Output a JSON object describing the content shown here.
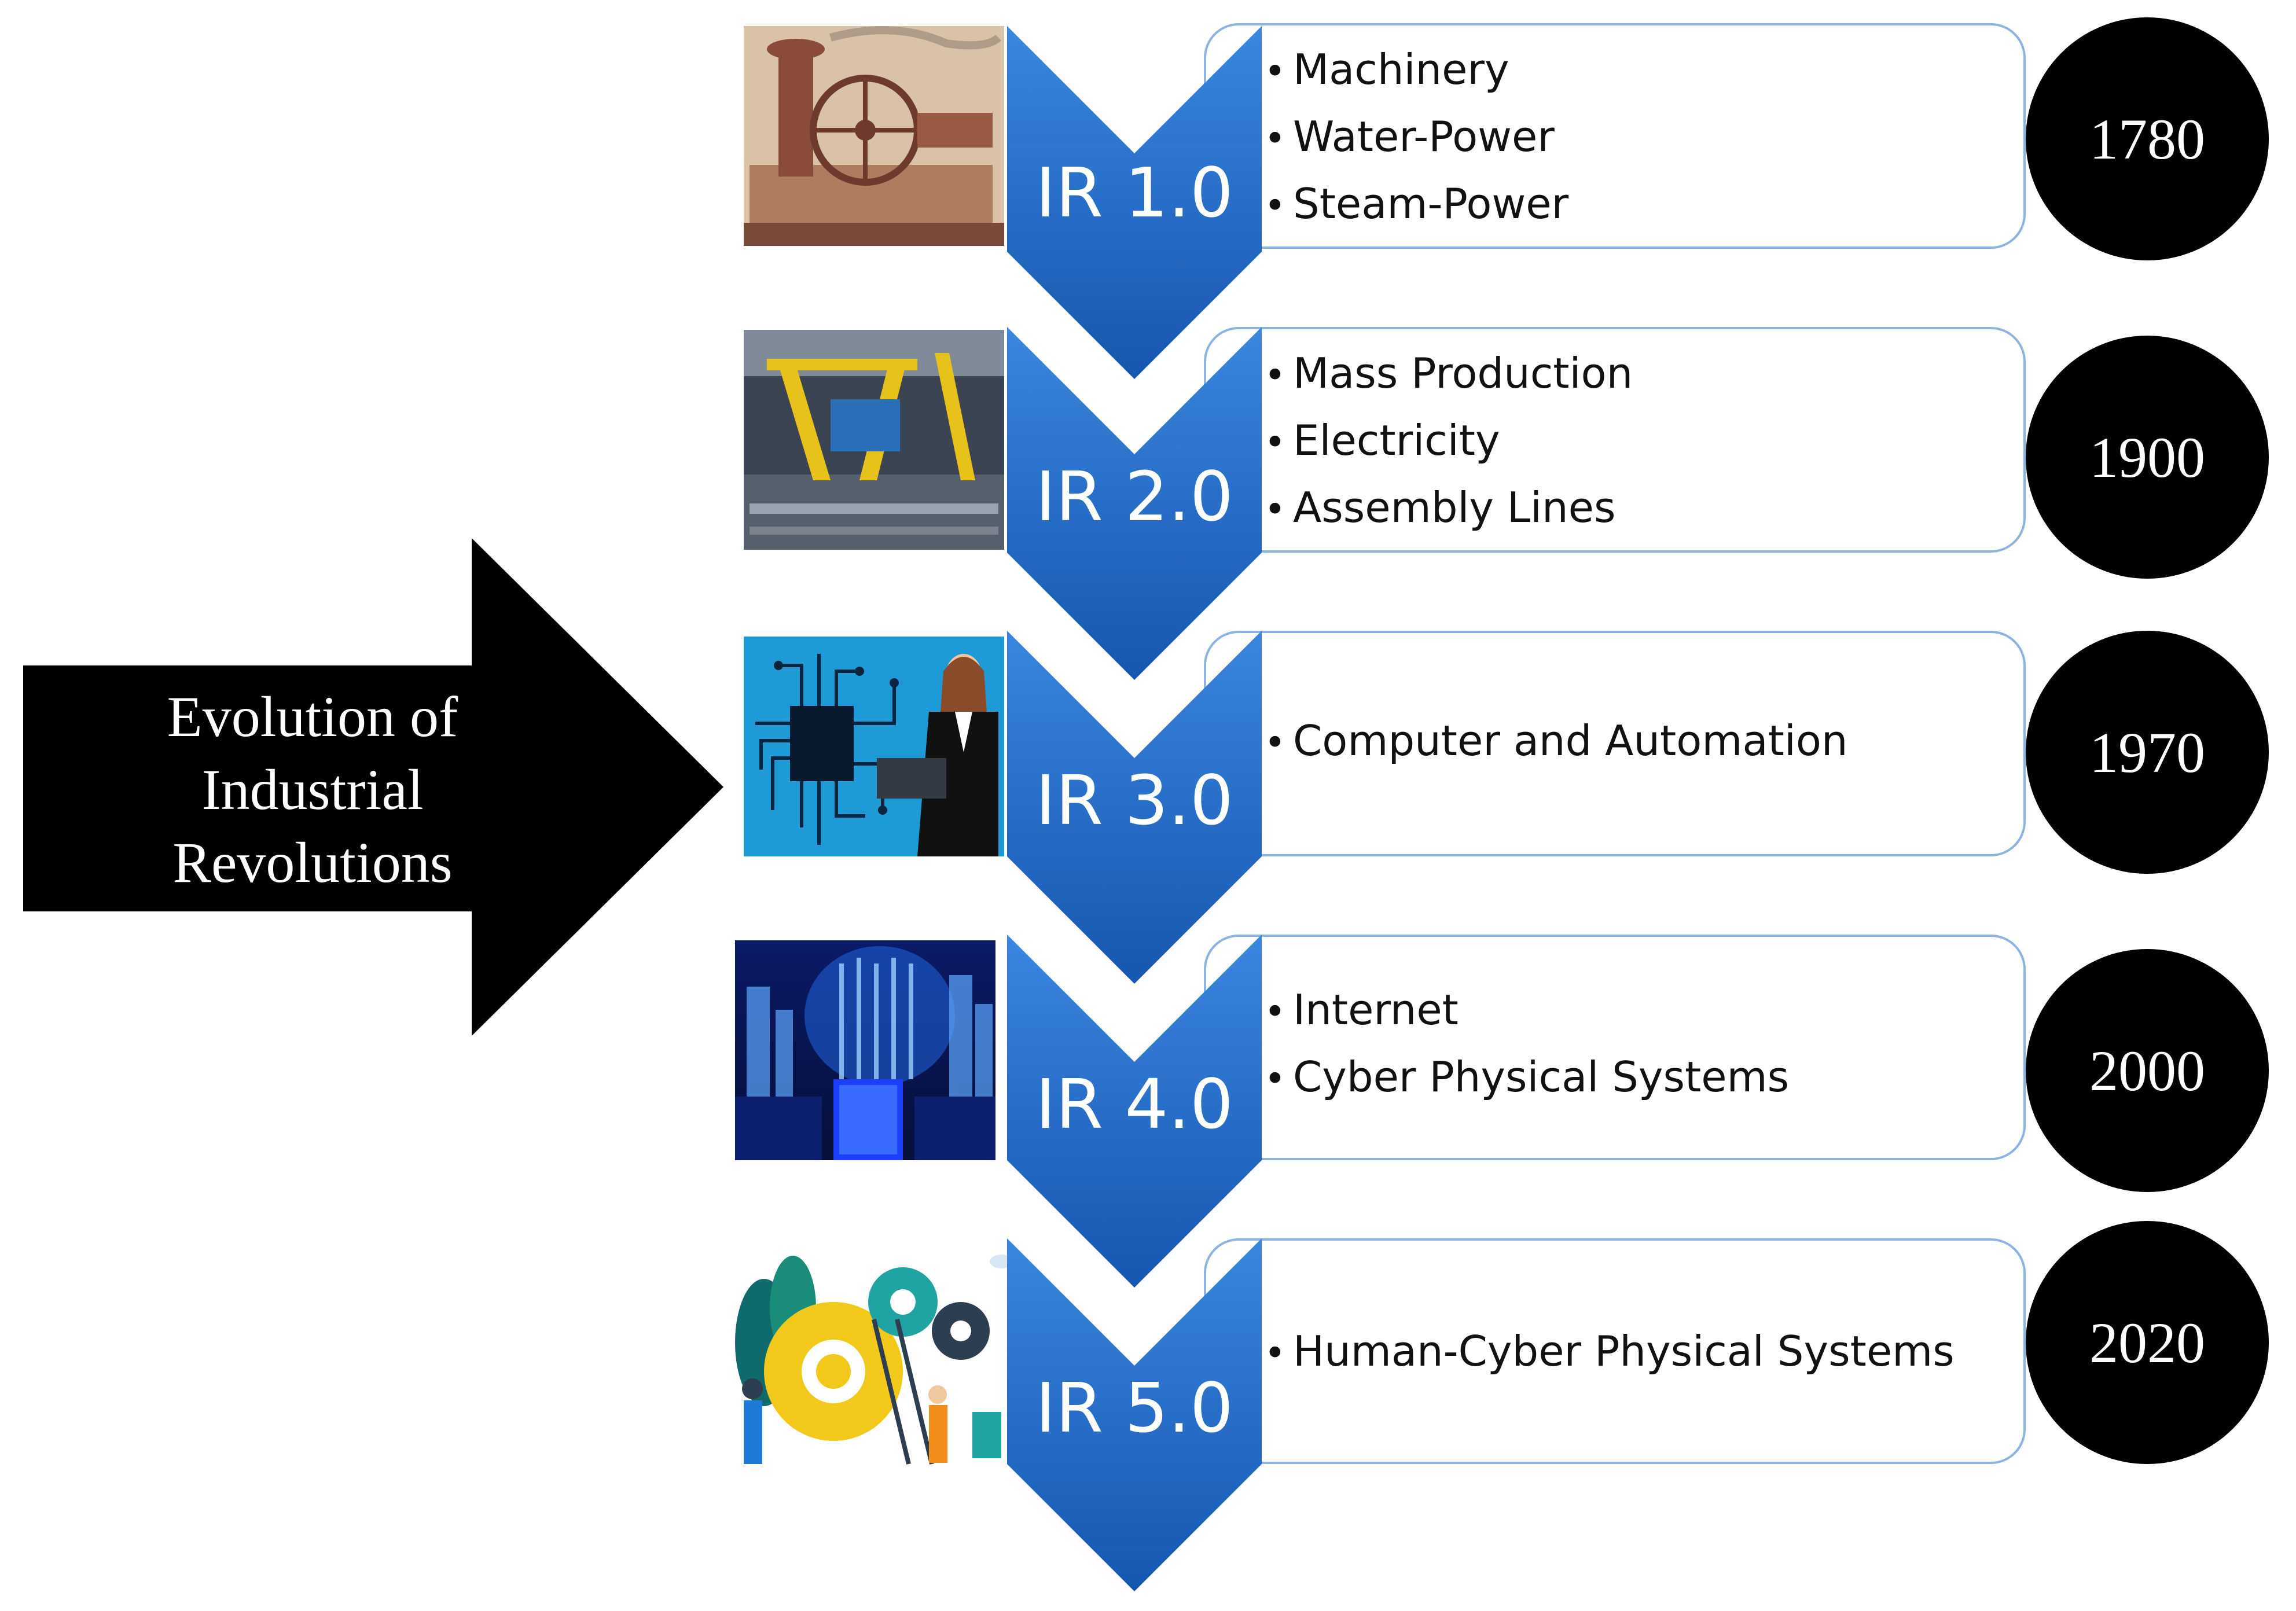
{
  "main_arrow": {
    "lines": [
      "Evolution of",
      "Industrial",
      "Revolutions"
    ]
  },
  "stages": [
    {
      "label": "IR 1.0",
      "items": [
        "Machinery",
        "Water-Power",
        "Steam-Power"
      ],
      "year": "1780",
      "image": "steam-engine-engraving"
    },
    {
      "label": "IR 2.0",
      "items": [
        "Mass Production",
        "Electricity",
        "Assembly Lines"
      ],
      "year": "1900",
      "image": "factory-assembly-line"
    },
    {
      "label": "IR 3.0",
      "items": [
        "Computer and Automation"
      ],
      "year": "1970",
      "image": "computer-chip-worker"
    },
    {
      "label": "IR 4.0",
      "items": [
        "Internet",
        "Cyber Physical Systems"
      ],
      "year": "2000",
      "image": "digital-city-network"
    },
    {
      "label": "IR 5.0",
      "items": [
        "Human-Cyber Physical Systems"
      ],
      "year": "2020",
      "image": "people-with-gears"
    }
  ],
  "colors": {
    "chevron_top": "#2f78d4",
    "chevron_bottom": "#1a5db8",
    "box_border": "#8db3e2",
    "circle": "#000000",
    "arrow": "#000000"
  }
}
